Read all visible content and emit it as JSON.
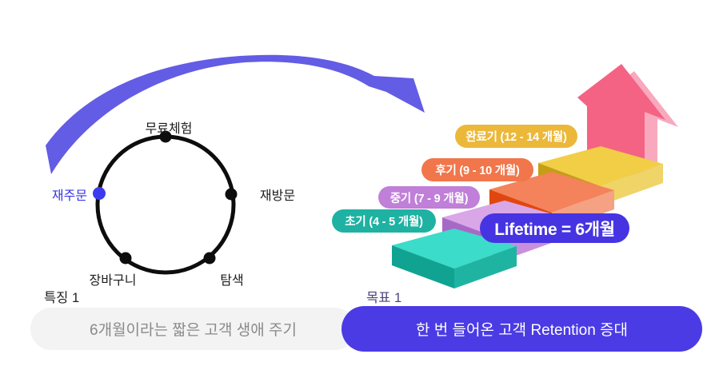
{
  "cycle": {
    "nodes": [
      {
        "label": "무료체험",
        "highlight": false
      },
      {
        "label": "재방문",
        "highlight": false
      },
      {
        "label": "탐색",
        "highlight": false
      },
      {
        "label": "장바구니",
        "highlight": false
      },
      {
        "label": "재주문",
        "highlight": true
      }
    ],
    "highlight_color": "#3535e6",
    "circle_color": "#0d0d0d"
  },
  "stairs": {
    "steps": [
      {
        "label": "초기 (4 - 5 개월)",
        "pill_color": "#1fb2a2",
        "step_color": "#3bdcc9"
      },
      {
        "label": "중기 (7 - 9 개월)",
        "pill_color": "#c07fd8",
        "step_color": "#d9a6e8"
      },
      {
        "label": "후기 (9 - 10 개월)",
        "pill_color": "#f1764b",
        "step_color": "#f4825a"
      },
      {
        "label": "완료기 (12 - 14 개월)",
        "pill_color": "#ebb83a",
        "step_color": "#f1ce46"
      }
    ],
    "lifetime_label": "Lifetime = 6개월",
    "lifetime_color": "#4634e2",
    "arrow_color": "#f46383"
  },
  "curved_arrow_color": "#635ce4",
  "feature": {
    "heading": "특징 1",
    "text": "6개월이라는 짧은 고객 생애 주기",
    "bg_color": "#f3f3f4"
  },
  "goal": {
    "heading": "목표 1",
    "text": "한 번 들어온 고객 Retention 증대",
    "bg_color": "#4b3be4"
  }
}
